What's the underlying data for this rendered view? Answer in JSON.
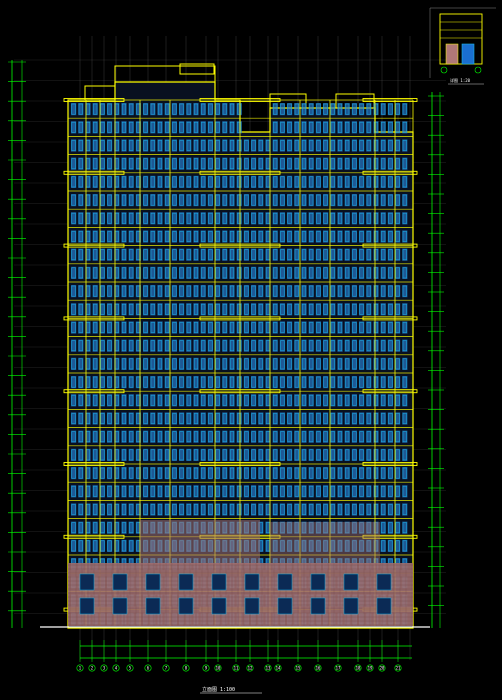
{
  "drawing": {
    "title": "立面图 1:100",
    "detail_caption": "详图 1:20",
    "background": "#000000",
    "colors": {
      "wall": "#ffff00",
      "window": "#19b4e6",
      "frame": "#2a7fd4",
      "base_cladding": "#b07878",
      "grid": "#888888",
      "dimension": "#00ff00",
      "text": "#ffffff"
    },
    "grid_axes": [
      "1",
      "2",
      "3",
      "4",
      "5",
      "6",
      "7",
      "8",
      "9",
      "10",
      "11",
      "12",
      "13",
      "14",
      "15",
      "16",
      "17",
      "18",
      "19",
      "20",
      "21"
    ]
  }
}
